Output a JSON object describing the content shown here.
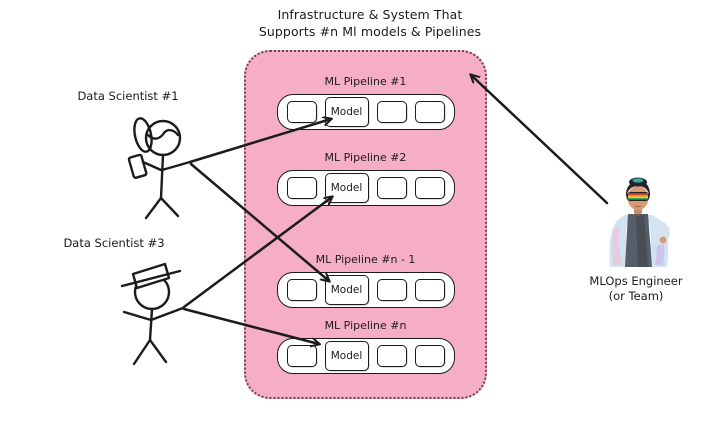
{
  "title": {
    "line1": "Infrastructure & System That",
    "line2": "Supports #n Ml models & Pipelines"
  },
  "pipelines": [
    {
      "label": "ML Pipeline #1",
      "model_label": "Model"
    },
    {
      "label": "ML Pipeline #2",
      "model_label": "Model"
    },
    {
      "label": "ML Pipeline #n - 1",
      "model_label": "Model"
    },
    {
      "label": "ML Pipeline #n",
      "model_label": "Model"
    }
  ],
  "actors": {
    "ds1": {
      "label": "Data Scientist #1"
    },
    "ds3": {
      "label": "Data Scientist #3"
    },
    "mlops": {
      "label_line1": "MLOps Engineer",
      "label_line2": "(or Team)"
    }
  },
  "colors": {
    "container-fill": "#f6aec6",
    "container-border": "#6e4050",
    "ink": "#1c1c1c",
    "background": "#ffffff"
  }
}
